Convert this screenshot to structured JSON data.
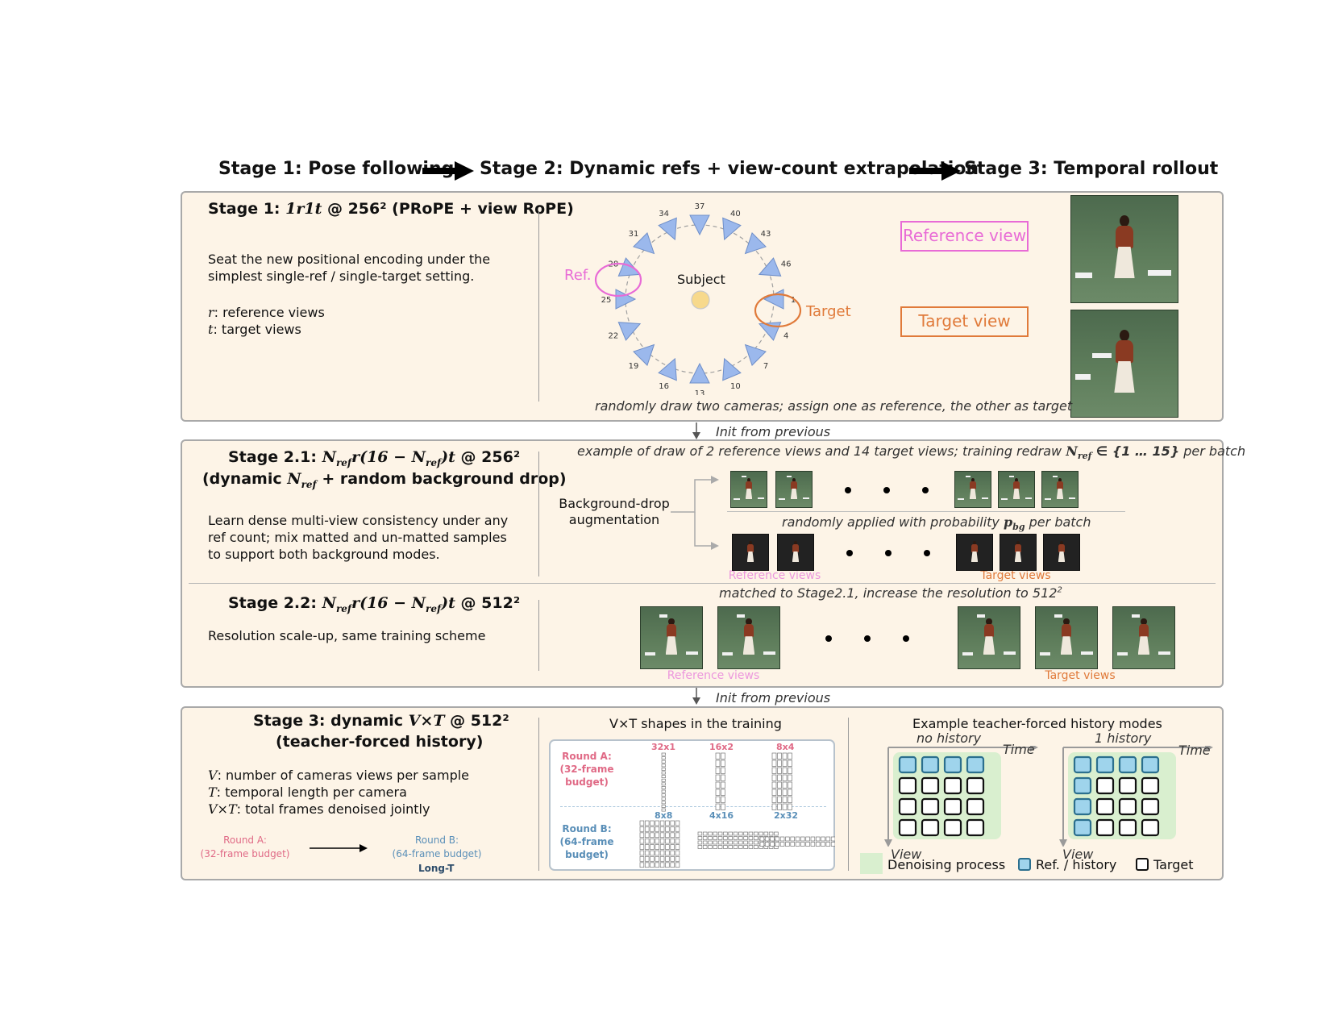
{
  "header": {
    "stage1": "Stage 1: Pose following",
    "stage2": "Stage 2: Dynamic refs + view-count extrapolation",
    "stage3": "Stage 3: Temporal rollout"
  },
  "stage1": {
    "title_prefix": "Stage 1: ",
    "title_math": "1r1t",
    "title_suffix": " @ 256² (PRoPE + view RoPE)",
    "desc_line1": "Seat the new positional encoding under the",
    "desc_line2": "simplest single-ref / single-target setting.",
    "r_sym": "r",
    "r_def": ": reference views",
    "t_sym": "t",
    "t_def": ": target views",
    "ring": {
      "labels": [
        "34",
        "37",
        "31",
        "40",
        "28",
        "43",
        "46",
        "25",
        "22",
        "1",
        "19",
        "4",
        "16",
        "7",
        "13",
        "10"
      ],
      "subject": "Subject",
      "ref_label": "Ref.",
      "target_label": "Target"
    },
    "reference_view_label": "Reference view",
    "target_view_label": "Target view",
    "caption": "randomly draw two cameras; assign one as reference, the other as target"
  },
  "arrow1_label": "Init from previous",
  "stage21": {
    "title_prefix": "Stage 2.1: ",
    "title_suffix": " @ 256²",
    "subtitle_pre": "(dynamic ",
    "subtitle_post": " + random background drop)",
    "desc_line1": "Learn dense multi-view consistency under any",
    "desc_line2": "ref count; mix matted and un-matted samples",
    "desc_line3": "to support both background modes.",
    "caption_pre": "example of draw of 2 reference views and 14 target views; training redraw ",
    "caption_set": " ∈ {1 … 15}",
    "caption_post": " per batch",
    "bgdrop_line1": "Background-drop",
    "bgdrop_line2": "augmentation",
    "prob_caption_pre": "randomly applied with probability ",
    "prob_caption_post": " per batch",
    "reference_views": "Reference views",
    "target_views": "Target views"
  },
  "stage22": {
    "title_prefix": "Stage 2.2: ",
    "title_suffix": " @ 512²",
    "desc": "Resolution scale-up, same training scheme",
    "caption": "matched to Stage2.1, increase the resolution to 512",
    "caption_sup": "2",
    "reference_views": "Reference views",
    "target_views": "Target views"
  },
  "arrow2_label": "Init from previous",
  "stage3": {
    "title_pre": "Stage 3: dynamic ",
    "title_math": "V×T",
    "title_post": " @ 512²",
    "subtitle": "(teacher-forced history)",
    "v_sym": "V",
    "v_def": ": number of cameras views per sample",
    "t_sym": "T",
    "t_def": ": temporal length per camera",
    "vt_sym": "V×T",
    "vt_def": ": total frames denoised jointly",
    "round_a_line1": "Round A:",
    "round_a_line2": "(32-frame budget)",
    "round_b_line1": "Round B:",
    "round_b_line2": "(64-frame budget)",
    "long_t": "Long-T",
    "shapes_title": "V×T shapes in the training",
    "shapes_round_a": [
      "Round A:",
      "(32-frame",
      "budget)"
    ],
    "shapes_round_b": [
      "Round B:",
      "(64-frame",
      "budget)"
    ],
    "shapes_a": [
      "32x1",
      "16x2",
      "8x4"
    ],
    "shapes_b": [
      "8x8",
      "4x16",
      "2x32"
    ],
    "history_title": "Example teacher-forced history modes",
    "no_history": "no history",
    "one_history": "1 history",
    "time_label": "Time",
    "view_label": "View",
    "legend_denoise": "Denoising process",
    "legend_ref": "Ref. / history",
    "legend_target": "Target"
  },
  "colors": {
    "panel_bg": "#fdf4e7",
    "pink": "#e86bd6",
    "orange": "#e07a3a",
    "round_a": "#e06a86",
    "round_b": "#5a8fb8",
    "denoise_green": "#d9efcf",
    "ref_blue": "#9fd4ec",
    "camera_blue": "#9bb8ec"
  }
}
